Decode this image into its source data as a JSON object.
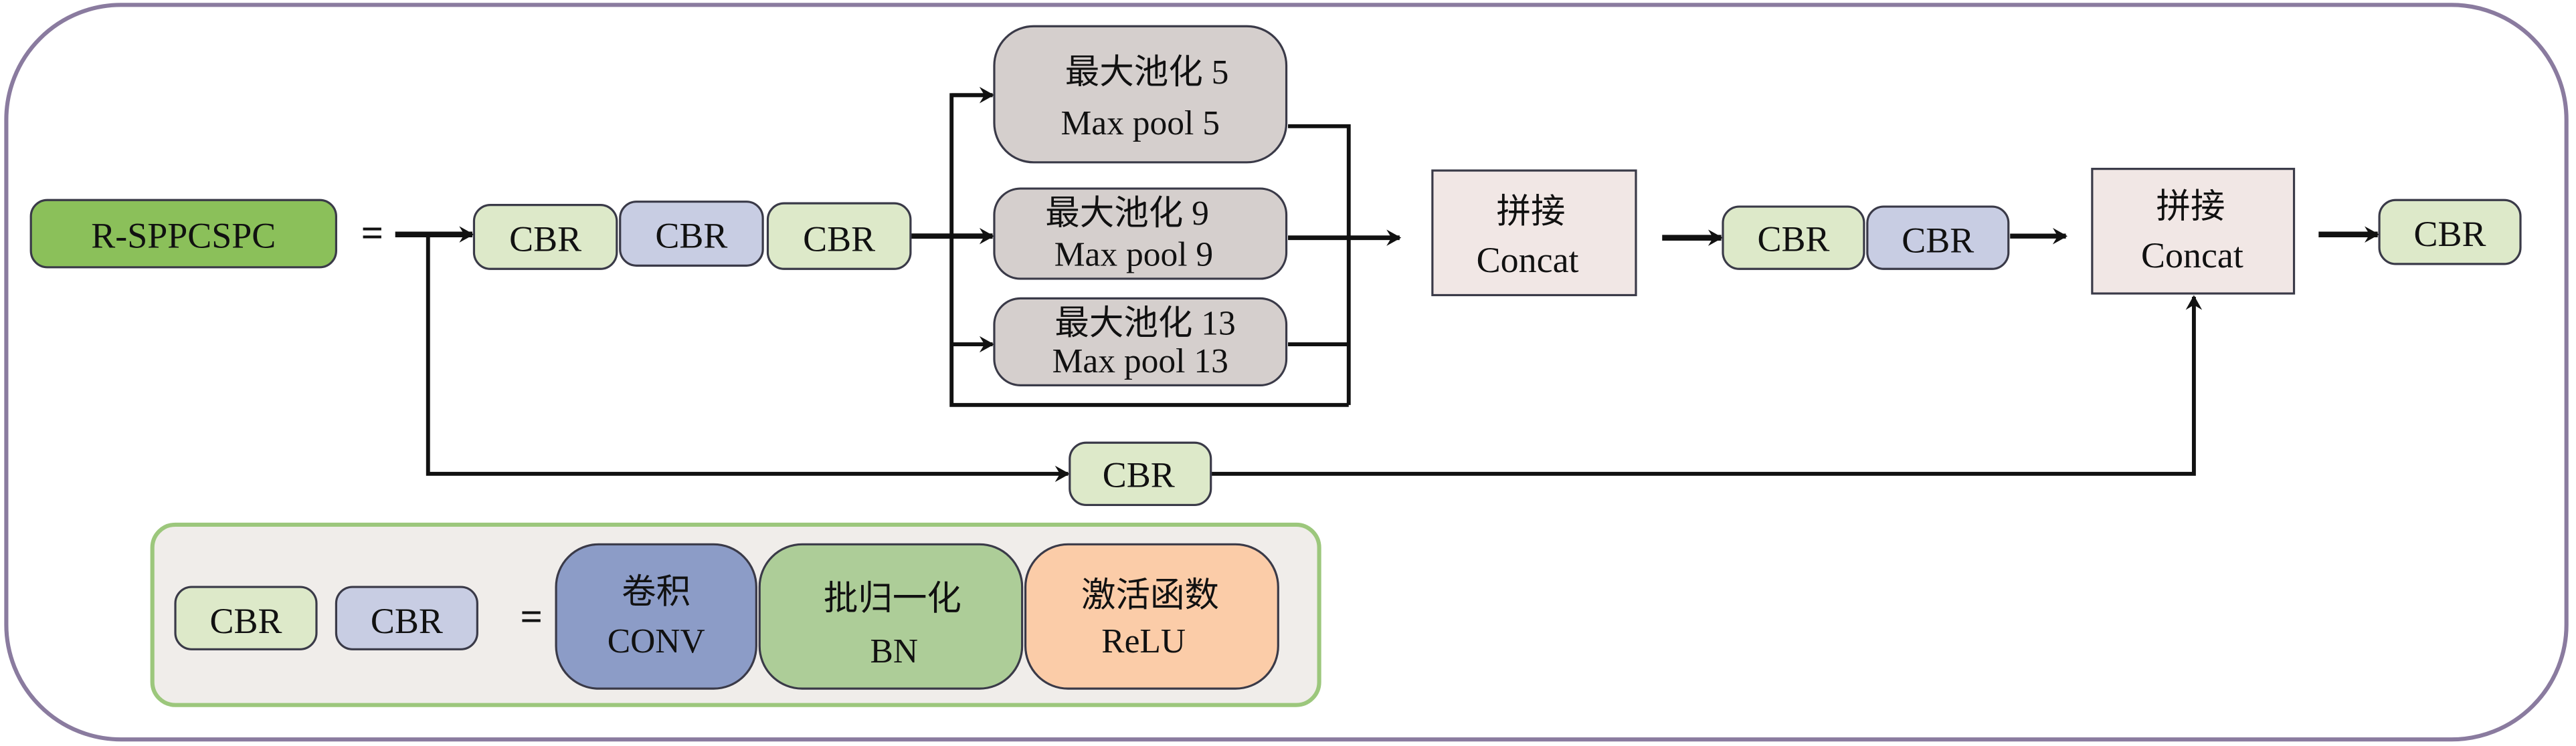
{
  "title_block": {
    "label": "R-SPPCSPC",
    "equals": "="
  },
  "colors": {
    "frame": "#8a7b9f",
    "title_block": "#8bc05a",
    "cbr_green": "#dde9c9",
    "cbr_blue": "#c8cde3",
    "pool": "#d5cfcd",
    "concat": "#f1e7e5",
    "legend_bg": "#f0edea",
    "legend_border": "#9cc77c",
    "conv": "#8c9cc7",
    "bn": "#adcd98",
    "relu": "#fbcca8"
  },
  "main_path": {
    "cbr_chain": [
      "CBR",
      "CBR",
      "CBR"
    ],
    "pools": [
      {
        "zh": "最大池化  5",
        "en": "Max pool 5"
      },
      {
        "zh": "最大池化  9",
        "en": "Max pool 9"
      },
      {
        "zh": "最大池化  13",
        "en": "Max pool 13"
      }
    ],
    "concat1": {
      "zh": "拼接",
      "en": "Concat"
    },
    "cbr_chain2": [
      "CBR",
      "CBR"
    ],
    "concat2": {
      "zh": "拼接",
      "en": "Concat"
    },
    "output_cbr": "CBR"
  },
  "shortcut": {
    "cbr": "CBR"
  },
  "legend": {
    "cbr_samples": [
      "CBR",
      "CBR"
    ],
    "equals": "=",
    "components": [
      {
        "zh": "卷积",
        "en": "CONV"
      },
      {
        "zh": "批归一化",
        "en": "BN"
      },
      {
        "zh": "激活函数",
        "en": "ReLU"
      }
    ]
  }
}
